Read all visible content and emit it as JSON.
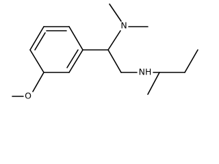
{
  "structure": {
    "colors": {
      "bond": "#000000",
      "background": "#ffffff"
    },
    "atom_labels": {
      "dimethylamino_n": "N",
      "amine_nh": "NH",
      "methoxy_o": "O"
    }
  }
}
